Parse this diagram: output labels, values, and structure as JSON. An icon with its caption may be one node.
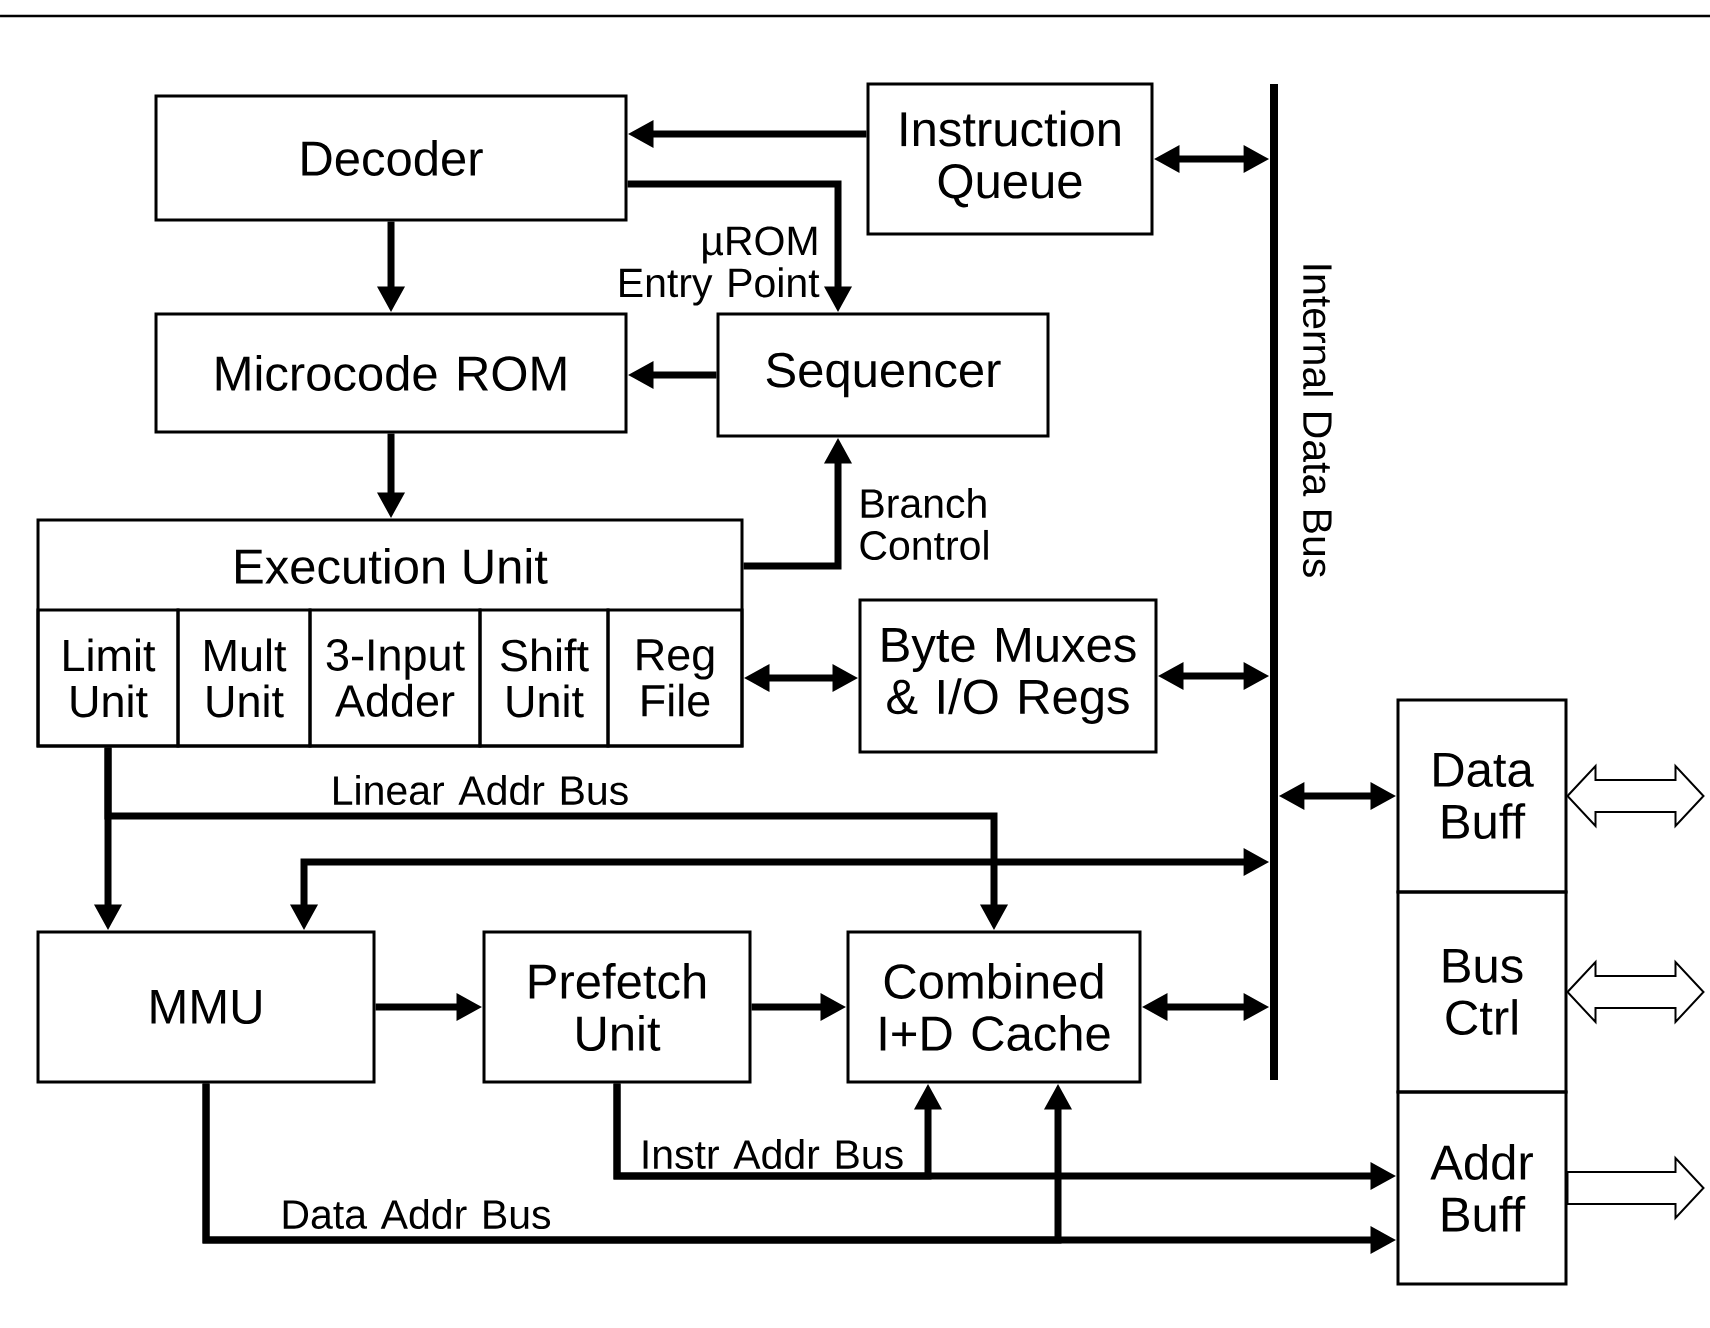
{
  "diagram": {
    "nodes": [
      {
        "text": [
          "Decoder"
        ]
      },
      {
        "text": [
          "Instruction Queue"
        ]
      },
      {
        "text": [
          "Microcode ROM"
        ]
      },
      {
        "text": [
          "Sequencer"
        ]
      },
      {
        "text": [
          "Execution Unit"
        ]
      },
      {
        "text": [
          "Limit Unit"
        ],
        "in": 4
      },
      {
        "text": [
          "Mult Unit"
        ],
        "in": 4
      },
      {
        "text": [
          "3-Input Adder"
        ],
        "in": 4
      },
      {
        "text": [
          "Shift Unit"
        ],
        "in": 4
      },
      {
        "text": [
          "Reg File"
        ],
        "in": 4
      },
      {
        "text": [
          "Byte Muxes & I/O Regs"
        ]
      },
      {
        "text": [
          "Internal Data Bus"
        ]
      },
      {
        "text": [
          "Data Buff"
        ]
      },
      {
        "text": [
          "Bus Ctrl"
        ]
      },
      {
        "text": [
          "Addr Buff"
        ]
      },
      {
        "text": [
          "MMU"
        ]
      },
      {
        "text": [
          "Prefetch Unit"
        ]
      },
      {
        "text": [
          "Combined I+D Cache"
        ]
      }
    ],
    "edges": [
      {
        "from": 1,
        "to": 0,
        "arrow": "to"
      },
      {
        "from": 0,
        "to": 3,
        "arrow": "to",
        "label": "µROM Entry Point"
      },
      {
        "from": 0,
        "to": 2,
        "arrow": "to"
      },
      {
        "from": 3,
        "to": 2,
        "arrow": "to"
      },
      {
        "from": 2,
        "to": 4,
        "arrow": "to"
      },
      {
        "from": 4,
        "to": 3,
        "arrow": "to",
        "label": "Branch Control"
      },
      {
        "from": 1,
        "to": 11,
        "arrow": "both"
      },
      {
        "from": 9,
        "to": 10,
        "arrow": "both"
      },
      {
        "from": 10,
        "to": 11,
        "arrow": "both"
      },
      {
        "from": 11,
        "to": 12,
        "arrow": "both"
      },
      {
        "from": 5,
        "to": 15,
        "arrow": "to"
      },
      {
        "from": 5,
        "to": 17,
        "arrow": "to",
        "label": "Linear Addr Bus"
      },
      {
        "from": 15,
        "to": 11,
        "arrow": "both"
      },
      {
        "from": 15,
        "to": 16,
        "arrow": "to"
      },
      {
        "from": 16,
        "to": 17,
        "arrow": "to"
      },
      {
        "from": 17,
        "to": 11,
        "arrow": "both"
      },
      {
        "from": 16,
        "to": 14,
        "arrow": "to",
        "label": "Instr Addr Bus"
      },
      {
        "from": 16,
        "to": 17,
        "arrow": "to"
      },
      {
        "from": 15,
        "to": 14,
        "arrow": "to",
        "label": "Data Addr Bus"
      },
      {
        "from": 15,
        "to": 17,
        "arrow": "to"
      },
      {
        "from": 12,
        "to": null,
        "arrow": "both"
      },
      {
        "from": 13,
        "to": null,
        "arrow": "both"
      },
      {
        "from": 14,
        "to": null,
        "arrow": "to"
      }
    ]
  }
}
